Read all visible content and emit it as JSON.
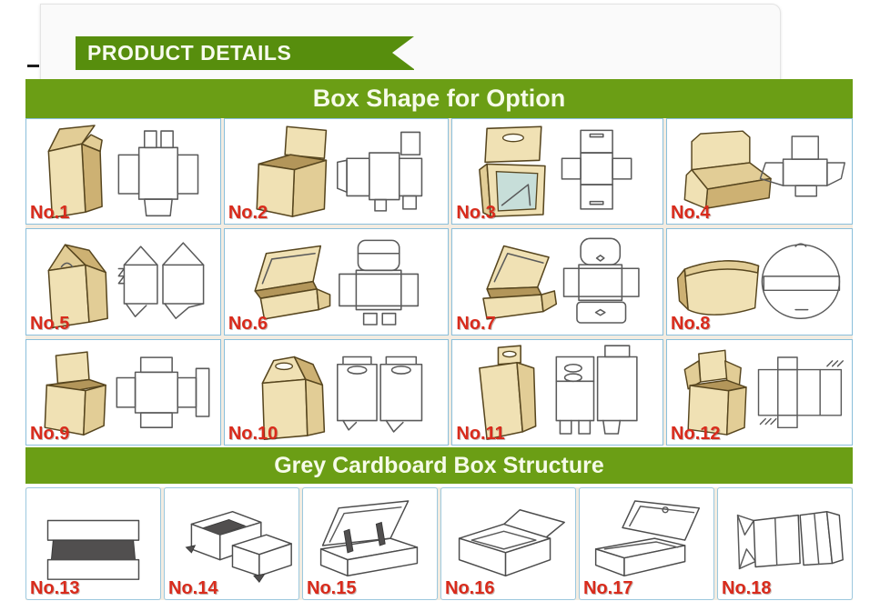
{
  "header": {
    "ribbon": {
      "label": "PRODUCT DETAILS"
    }
  },
  "sections": {
    "box_shape": {
      "title": "Box Shape for Option"
    },
    "grey_cardboard": {
      "title": "Grey Cardboard Box Structure"
    }
  },
  "box_shape_cells": [
    {
      "label": "No.1",
      "illustration": "tall-tuck-top-box-with-dieline"
    },
    {
      "label": "No.2",
      "illustration": "cube-box-open-lid-with-dieline"
    },
    {
      "label": "No.3",
      "illustration": "hang-tab-window-box-with-cross-dieline"
    },
    {
      "label": "No.4",
      "illustration": "counter-display-tray-with-dieline"
    },
    {
      "label": "No.5",
      "illustration": "gable-top-box-with-dieline"
    },
    {
      "label": "No.6",
      "illustration": "mailer-box-open-with-dieline"
    },
    {
      "label": "No.7",
      "illustration": "mailer-box-open-rounded-dieline"
    },
    {
      "label": "No.8",
      "illustration": "pillow-box-with-round-dieline"
    },
    {
      "label": "No.9",
      "illustration": "open-top-tray-with-dieline"
    },
    {
      "label": "No.10",
      "illustration": "gable-handle-carry-box-with-dieline"
    },
    {
      "label": "No.11",
      "illustration": "hang-tab-tall-box-with-dieline"
    },
    {
      "label": "No.12",
      "illustration": "open-cube-wing-flaps-with-dieline"
    }
  ],
  "structure_cells": [
    {
      "label": "No.13",
      "illustration": "telescope-lid-base-side-view"
    },
    {
      "label": "No.14",
      "illustration": "drawer-slide-boxes"
    },
    {
      "label": "No.15",
      "illustration": "hinged-lid-box-with-ribbons"
    },
    {
      "label": "No.16",
      "illustration": "tray-and-separate-lid"
    },
    {
      "label": "No.17",
      "illustration": "magnetic-flip-lid-box"
    },
    {
      "label": "No.18",
      "illustration": "collapsible-folding-box"
    }
  ],
  "colors": {
    "ribbon_green": "#578e0d",
    "bar_green": "#6b9e15",
    "label_red": "#d92b1c",
    "cell_border_blue": "#8abfdb",
    "kraft_tan": "#f0e1b4",
    "card_background": "#fafafa"
  }
}
